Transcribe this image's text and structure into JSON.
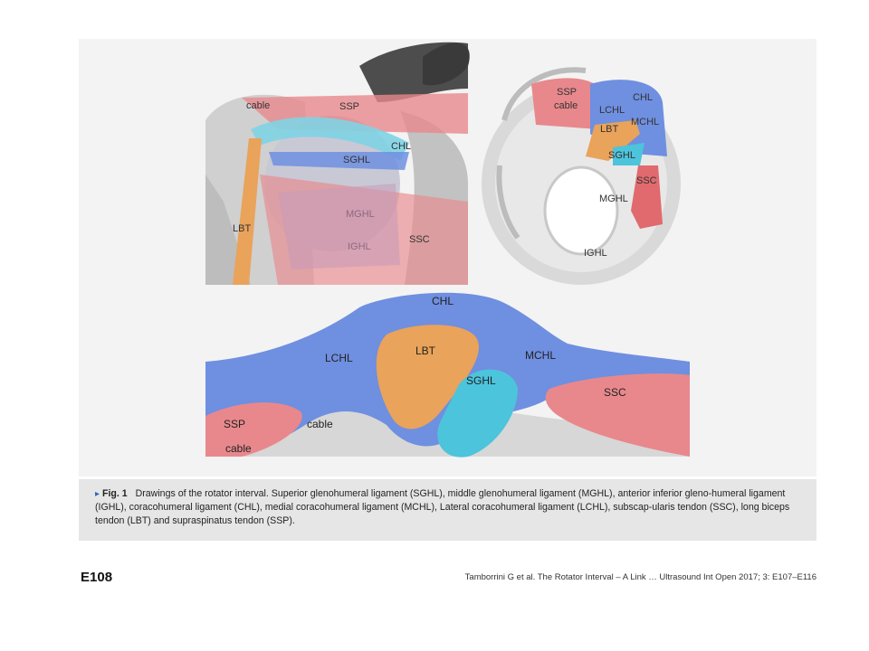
{
  "figure": {
    "panel_top_left": {
      "labels": {
        "ssp": "SSP",
        "cable": "cable",
        "chl": "CHL",
        "sghl": "SGHL",
        "mghl": "MGHL",
        "ighl": "IGHL",
        "ssc": "SSC",
        "lbt": "LBT"
      }
    },
    "panel_top_right": {
      "labels": {
        "ssp": "SSP",
        "cable": "cable",
        "chl": "CHL",
        "lchl": "LCHL",
        "mchl": "MCHL",
        "lbt": "LBT",
        "sghl": "SGHL",
        "ssc": "SSC",
        "mghl": "MGHL",
        "ighl": "IGHL"
      }
    },
    "panel_bottom": {
      "labels": {
        "chl": "CHL",
        "lbt": "LBT",
        "lchl": "LCHL",
        "mchl": "MCHL",
        "sghl": "SGHL",
        "ssc": "SSC",
        "ssp": "SSP",
        "cable_upper": "cable",
        "cable_lower": "cable"
      }
    }
  },
  "caption": {
    "arrow": "▸",
    "label": "Fig. 1",
    "text": "Drawings of the rotator interval. Superior glenohumeral ligament (SGHL), middle glenohumeral ligament (MGHL), anterior inferior gleno-humeral ligament (IGHL), coracohumeral ligament (CHL), medial coracohumeral ligament (MCHL), Lateral coracohumeral ligament (LCHL), subscap-ularis tendon (SSC), long biceps tendon (LBT) and supraspinatus tendon (SSP)."
  },
  "footer": {
    "page_number": "E108",
    "citation": "Tamborrini G et al. The Rotator Interval – A Link … Ultrasound Int Open 2017; 3: E107–E116"
  },
  "colors": {
    "ssp_ssc": "#e8888c",
    "chl_blue": "#6f8fe0",
    "lbt_orange": "#e9a35a",
    "sghl_cyan": "#4cc4dc",
    "bone": "#d9d9d9"
  }
}
